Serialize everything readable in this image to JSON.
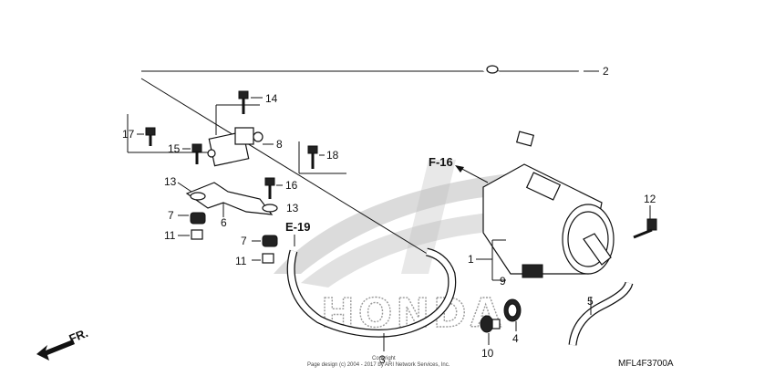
{
  "callouts": {
    "c1": "1",
    "c2": "2",
    "c3": "3",
    "c4": "4",
    "c5": "5",
    "c6": "6",
    "c7a": "7",
    "c7b": "7",
    "c8": "8",
    "c9": "9",
    "c10": "10",
    "c11a": "11",
    "c11b": "11",
    "c12": "12",
    "c13a": "13",
    "c13b": "13",
    "c14": "14",
    "c15": "15",
    "c16": "16",
    "c17": "17",
    "c18": "18"
  },
  "refs": {
    "f16": "F-16",
    "e19": "E-19"
  },
  "direction_label": "FR.",
  "diagram_code": "MFL4F3700A",
  "watermark_text": "HONDA",
  "copyright_line1": "Copyright",
  "copyright_line2": "Page design (c) 2004 - 2017 by ARI Network Services, Inc.",
  "colors": {
    "ink": "#111111",
    "watermark": "#9a9a9a"
  }
}
